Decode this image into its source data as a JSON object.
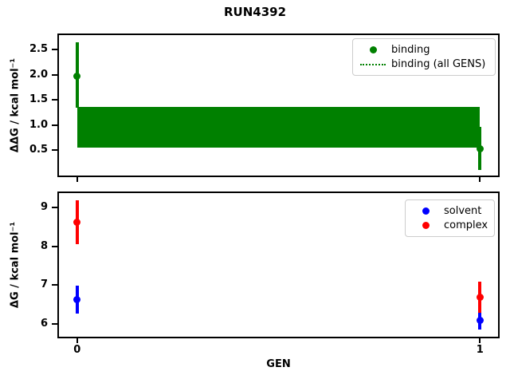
{
  "figure": {
    "background": "#ffffff",
    "axis_color": "#000000",
    "legend_border_color": "#cccccc"
  },
  "chart_data": [
    {
      "type": "scatter",
      "id": "binding-subplot",
      "title": "RUN4392",
      "ylabel": "ΔΔG / kcal mol⁻¹",
      "xlabel": "",
      "grid": false,
      "xlim": [
        -0.045,
        1.045
      ],
      "ylim": [
        -0.01,
        2.79
      ],
      "yticks": [
        0.5,
        1.0,
        1.5,
        2.0,
        2.5
      ],
      "ytick_labels": [
        "0.5",
        "1.0",
        "1.5",
        "2.0",
        "2.5"
      ],
      "xticks": [
        0,
        1
      ],
      "xtick_labels": [
        "",
        ""
      ],
      "series": [
        {
          "name": "binding",
          "color": "#008000",
          "x": [
            0,
            1
          ],
          "y": [
            1.97,
            0.53
          ],
          "err_lo": [
            1.35,
            0.1
          ],
          "err_hi": [
            2.65,
            0.96
          ]
        }
      ],
      "band": {
        "name": "binding (all GENS)",
        "color": "#008000",
        "x0": 0,
        "x1": 1,
        "y0": 0.54,
        "y1": 1.36
      },
      "legend": {
        "position": "upper right",
        "items": [
          {
            "label": "binding",
            "handle": "dot",
            "color": "#008000"
          },
          {
            "label": "binding (all GENS)",
            "handle": "dotted-line",
            "color": "#008000"
          }
        ]
      }
    },
    {
      "type": "scatter",
      "id": "solvent-complex-subplot",
      "title": "",
      "ylabel": "ΔG / kcal mol⁻¹",
      "xlabel": "GEN",
      "grid": false,
      "xlim": [
        -0.045,
        1.045
      ],
      "ylim": [
        5.66,
        9.38
      ],
      "yticks": [
        6,
        7,
        8,
        9
      ],
      "ytick_labels": [
        "6",
        "7",
        "8",
        "9"
      ],
      "xticks": [
        0,
        1
      ],
      "xtick_labels": [
        "0",
        "1"
      ],
      "series": [
        {
          "name": "solvent",
          "color": "#0000ff",
          "x": [
            0,
            1
          ],
          "y": [
            6.62,
            6.09
          ],
          "err_lo": [
            6.25,
            5.84
          ],
          "err_hi": [
            6.99,
            6.34
          ]
        },
        {
          "name": "complex",
          "color": "#ff0000",
          "x": [
            0,
            1
          ],
          "y": [
            8.62,
            6.68
          ],
          "err_lo": [
            8.05,
            6.28
          ],
          "err_hi": [
            9.19,
            7.08
          ]
        }
      ],
      "legend": {
        "position": "upper right",
        "items": [
          {
            "label": "solvent",
            "handle": "dot",
            "color": "#0000ff"
          },
          {
            "label": "complex",
            "handle": "dot",
            "color": "#ff0000"
          }
        ]
      }
    }
  ]
}
